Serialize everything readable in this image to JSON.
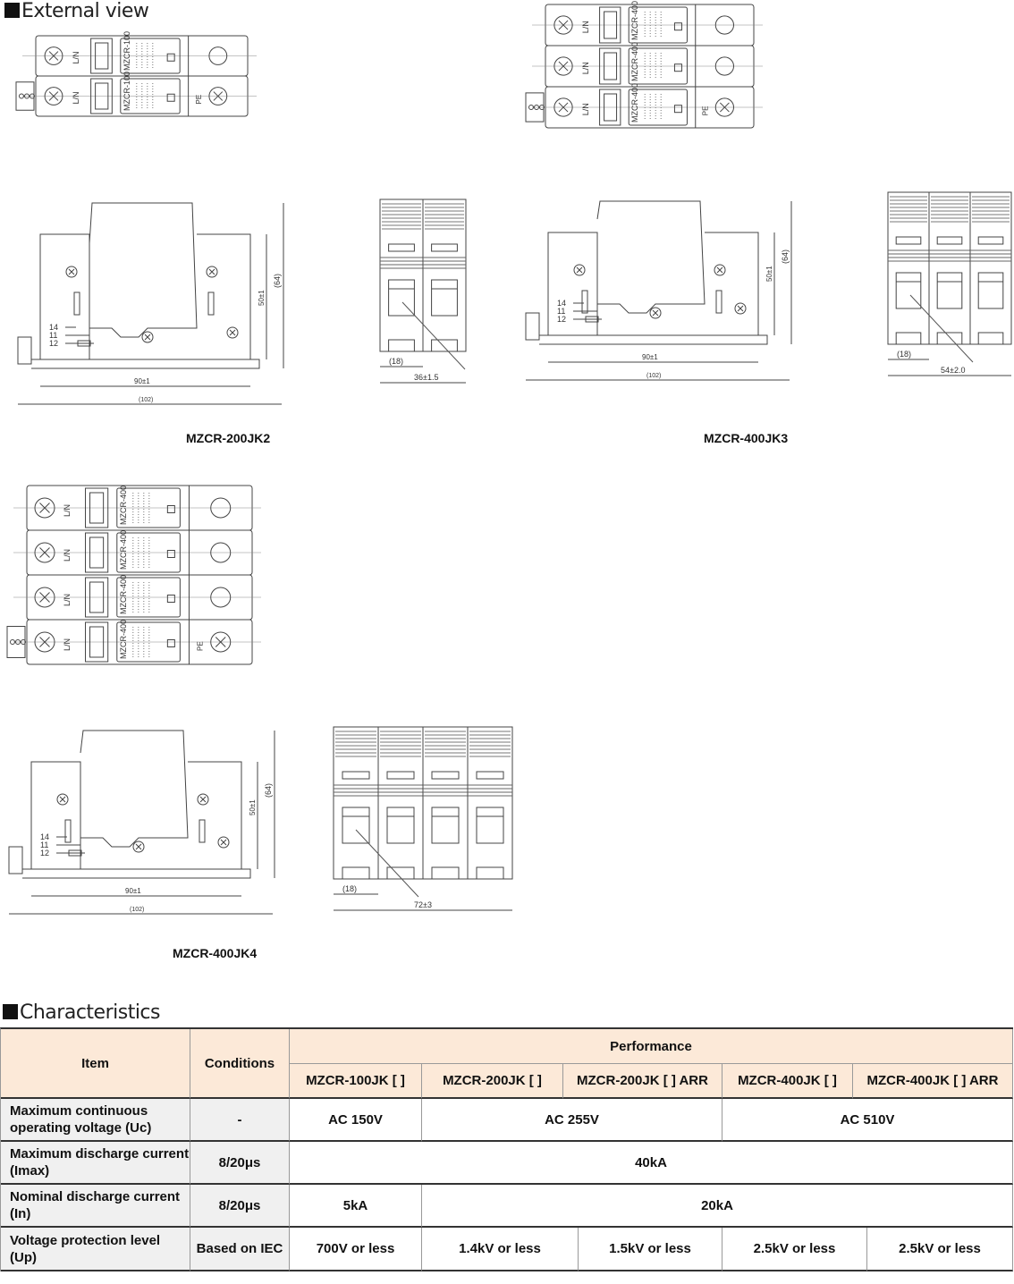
{
  "sections": {
    "external_view": "External view",
    "characteristics": "Characteristics"
  },
  "drawing_labels": {
    "line": "L/N",
    "pe": "PE",
    "model_100": "MZCR-100",
    "model_400": "MZCR-400",
    "t14": "14",
    "t11": "11",
    "t12": "12",
    "width_90": "90±1",
    "width_102": "(102)",
    "height_50": "50±1",
    "height_64": "(64)",
    "module_18": "(18)",
    "w2": "36±1.5",
    "w3": "54±2.0",
    "w4": "72±3"
  },
  "captions": {
    "jk2": "MZCR-200JK2",
    "jk3": "MZCR-400JK3",
    "jk4": "MZCR-400JK4"
  },
  "table": {
    "headers": {
      "item": "Item",
      "conditions": "Conditions",
      "performance": "Performance",
      "models": [
        "MZCR-100JK [ ]",
        "MZCR-200JK [ ]",
        "MZCR-200JK [ ] ARR",
        "MZCR-400JK [ ]",
        "MZCR-400JK [ ] ARR"
      ]
    },
    "rows": [
      {
        "item": "Maximum continuous operating voltage (Uc)",
        "condition": "-",
        "values": [
          "AC 150V",
          "AC 255V",
          "AC 510V"
        ]
      },
      {
        "item": "Maximum discharge current (Imax)",
        "condition": "8/20μs",
        "values": [
          "40kA"
        ]
      },
      {
        "item": "Nominal discharge current (In)",
        "condition": "8/20μs",
        "values": [
          "5kA",
          "20kA"
        ]
      },
      {
        "item": "Voltage protection level (Up)",
        "condition": "Based on IEC",
        "values": [
          "700V or less",
          "1.4kV or less",
          "1.5kV or less",
          "2.5kV or less",
          "2.5kV or less"
        ]
      }
    ]
  }
}
